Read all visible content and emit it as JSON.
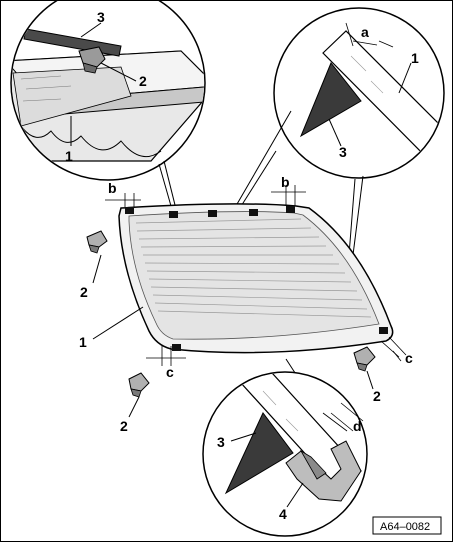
{
  "labels": {
    "n1": "1",
    "n2": "2",
    "n3": "3",
    "n4": "4",
    "a": "a",
    "b": "b",
    "c": "c",
    "d": "d"
  },
  "figure_ref": "A64–0082",
  "colors": {
    "ink": "#000000",
    "paper": "#ffffff",
    "glass_gray": "#dcdcdc",
    "wedge_dark": "#3a3a3a",
    "moulding_gray": "#bdbdbd"
  }
}
